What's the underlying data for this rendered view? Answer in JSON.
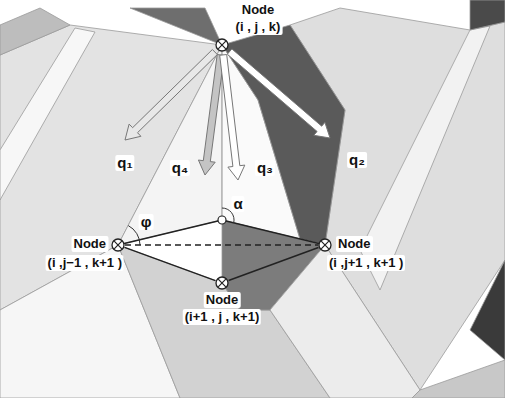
{
  "diagram": {
    "nodes": [
      {
        "text": [
          "Node",
          "(i , j , k)"
        ]
      },
      {
        "text": [
          "Node",
          "(i ,j−1 , k+1 )"
        ]
      },
      {
        "text": [
          "Node",
          "(i ,j+1 , k+1 )"
        ]
      },
      {
        "text": [
          "Node",
          "(i+1 , j , k+1)"
        ]
      }
    ],
    "edges": [
      {
        "from": 1,
        "to": 3,
        "arrow": "none"
      },
      {
        "from": 3,
        "to": 2,
        "arrow": "none"
      },
      {
        "from": 1,
        "to": 2,
        "arrow": "none"
      }
    ],
    "labels": [
      "q₁",
      "q₂",
      "q₄",
      "q₃",
      "φ",
      "α"
    ]
  }
}
